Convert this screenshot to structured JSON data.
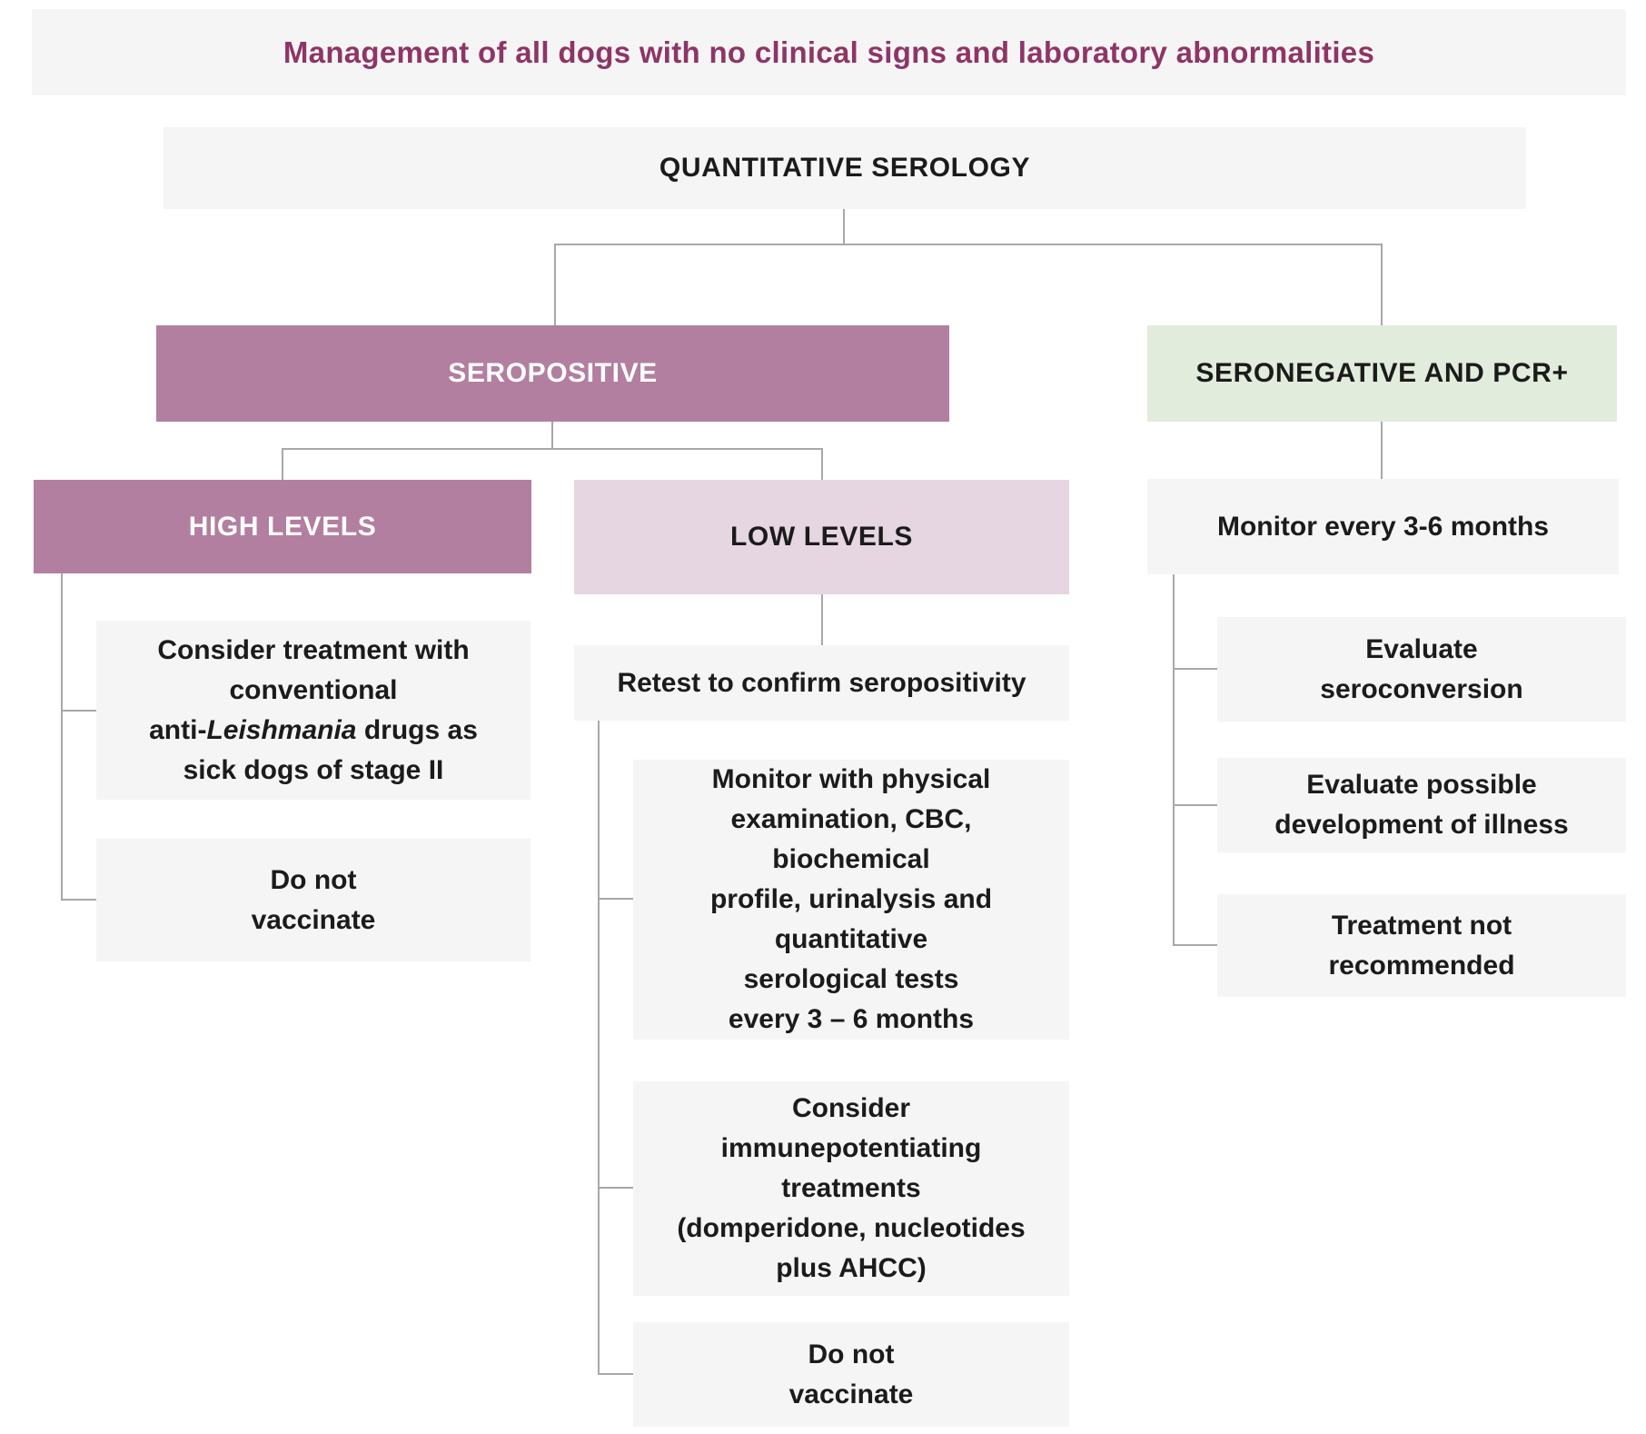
{
  "title": "Management of all dogs with no clinical signs and laboratory abnormalities",
  "root_label": "QUANTITATIVE SEROLOGY",
  "seropositive": {
    "label": "SEROPOSITIVE",
    "high_levels": {
      "label": "HIGH LEVELS",
      "consider": {
        "line1": "Consider treatment with",
        "line2": "conventional",
        "line3_pre": "anti-",
        "line3_italic": "Leishmania",
        "line3_post": " drugs as",
        "line4": "sick dogs of stage II"
      },
      "do_not_vaccinate": {
        "line1": "Do not",
        "line2": "vaccinate"
      }
    },
    "low_levels": {
      "label": "LOW LEVELS",
      "retest": "Retest to confirm seropositivity",
      "monitor": {
        "lines": [
          "Monitor with physical",
          "examination, CBC,",
          "biochemical",
          "profile, urinalysis and",
          "quantitative",
          "serological tests",
          "every 3 – 6 months"
        ]
      },
      "immunopotentiating": {
        "lines": [
          "Consider",
          "immunepotentiating",
          "treatments",
          "(domperidone, nucleotides",
          "plus AHCC)"
        ]
      },
      "do_not_vaccinate": {
        "line1": "Do not",
        "line2": "vaccinate"
      }
    }
  },
  "seronegative": {
    "label": "SERONEGATIVE AND PCR+",
    "monitor": "Monitor every 3-6 months",
    "evaluate_seroconversion": {
      "line1": "Evaluate",
      "line2": "seroconversion"
    },
    "evaluate_possible": {
      "line1": "Evaluate possible",
      "line2": "development of illness"
    },
    "treatment_not": {
      "line1": "Treatment not",
      "line2": "recommended"
    }
  },
  "colors": {
    "accent_purple": "#8e3566",
    "mauve": "#b27fa0",
    "light_pink": "#e5d6e2",
    "light_green": "#e2ecdc",
    "box_gray": "#f5f5f5",
    "connector": "#a8a8a8"
  }
}
